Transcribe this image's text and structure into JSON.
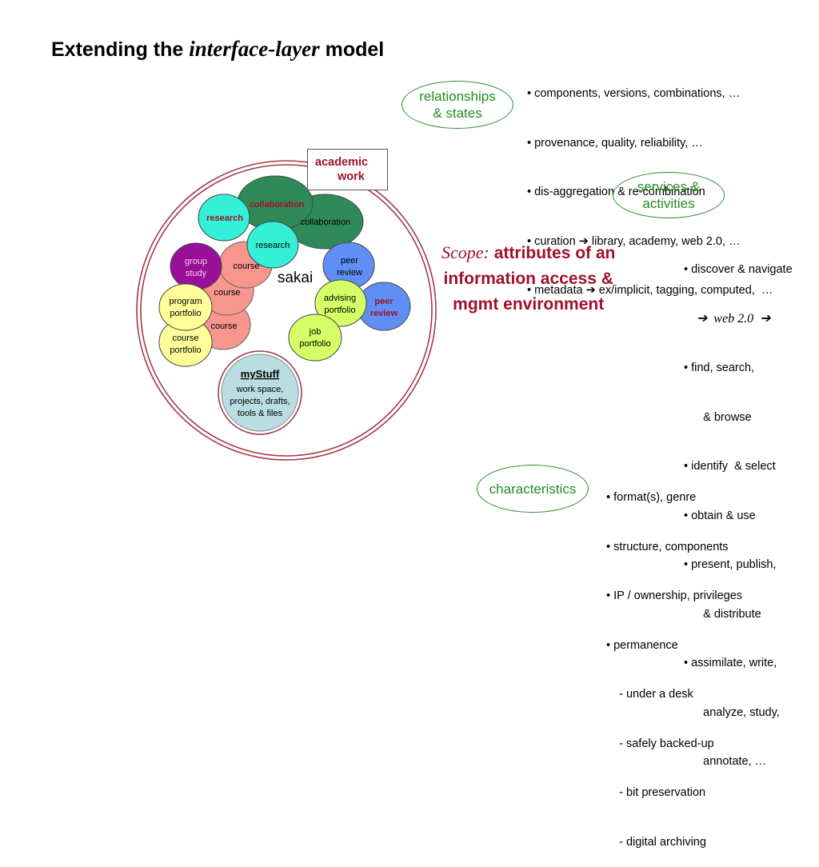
{
  "slide": {
    "title_prefix": "Extending the ",
    "title_italic": "interface-layer",
    "title_suffix": " model"
  },
  "relationships": {
    "label_line1": "relationships",
    "label_line2": "& states",
    "bullets": [
      "• components, versions, combinations, …",
      "• provenance, quality, reliability, …",
      "• dis-aggregation & re-combination",
      "• curation ➔ library, academy, web 2.0, …",
      "• metadata ➔ ex/implicit, tagging, computed,  …"
    ]
  },
  "services": {
    "label_line1": "services &",
    "label_line2": "activities",
    "bullets": [
      "• discover & navigate",
      "    ➔  web 2.0  ➔",
      "• find, search,",
      "      & browse",
      "• identify  & select",
      "• obtain & use",
      "• present, publish,",
      "      & distribute",
      "• assimilate, write,",
      "      analyze, study,",
      "      annotate, …"
    ]
  },
  "scope": {
    "word": "Scope:",
    "line1": " attributes of an",
    "line2": "information access &",
    "line3": "mgmt environment"
  },
  "characteristics": {
    "label": "characteristics",
    "bullets": [
      "• format(s), genre",
      "• structure, components",
      "• IP / ownership, privileges",
      "• permanence",
      "    - under a desk",
      "    - safely backed-up",
      "    - bit preservation",
      "    - digital archiving"
    ]
  },
  "academic_work": {
    "line1": "academic",
    "line2": "work"
  },
  "diagram": {
    "sakai": "sakai",
    "bubbles": {
      "collaboration_top": "collaboration",
      "collaboration_right": "collaboration",
      "research_small": "research",
      "research_mid": "research",
      "group_study_1": "group",
      "group_study_2": "study",
      "course_1": "course",
      "course_2": "course",
      "course_3": "course",
      "peer_review_1": "peer",
      "peer_review_2": "review",
      "peer_review_b1": "peer",
      "peer_review_b2": "review",
      "advising_1": "advising",
      "advising_2": "portfolio",
      "job_1": "job",
      "job_2": "portfolio",
      "program_1": "program",
      "program_2": "portfolio",
      "course_portfolio_1": "course",
      "course_portfolio_2": "portfolio",
      "mystuff_title": "myStuff",
      "mystuff_1": "work space,",
      "mystuff_2": "projects, drafts,",
      "mystuff_3": "tools &  files"
    }
  },
  "colors": {
    "title_red": "#a0102a",
    "oval_green": "#228b22",
    "ring": "#a33a4a",
    "collab": "#2e8b57",
    "research": "#33f0d6",
    "course": "#f7958f",
    "group": "#9a0f9a",
    "peer": "#5f8ff5",
    "advising": "#d4ff66",
    "portfolio_yellow": "#ffff99",
    "mystuff": "#b9dde0"
  }
}
